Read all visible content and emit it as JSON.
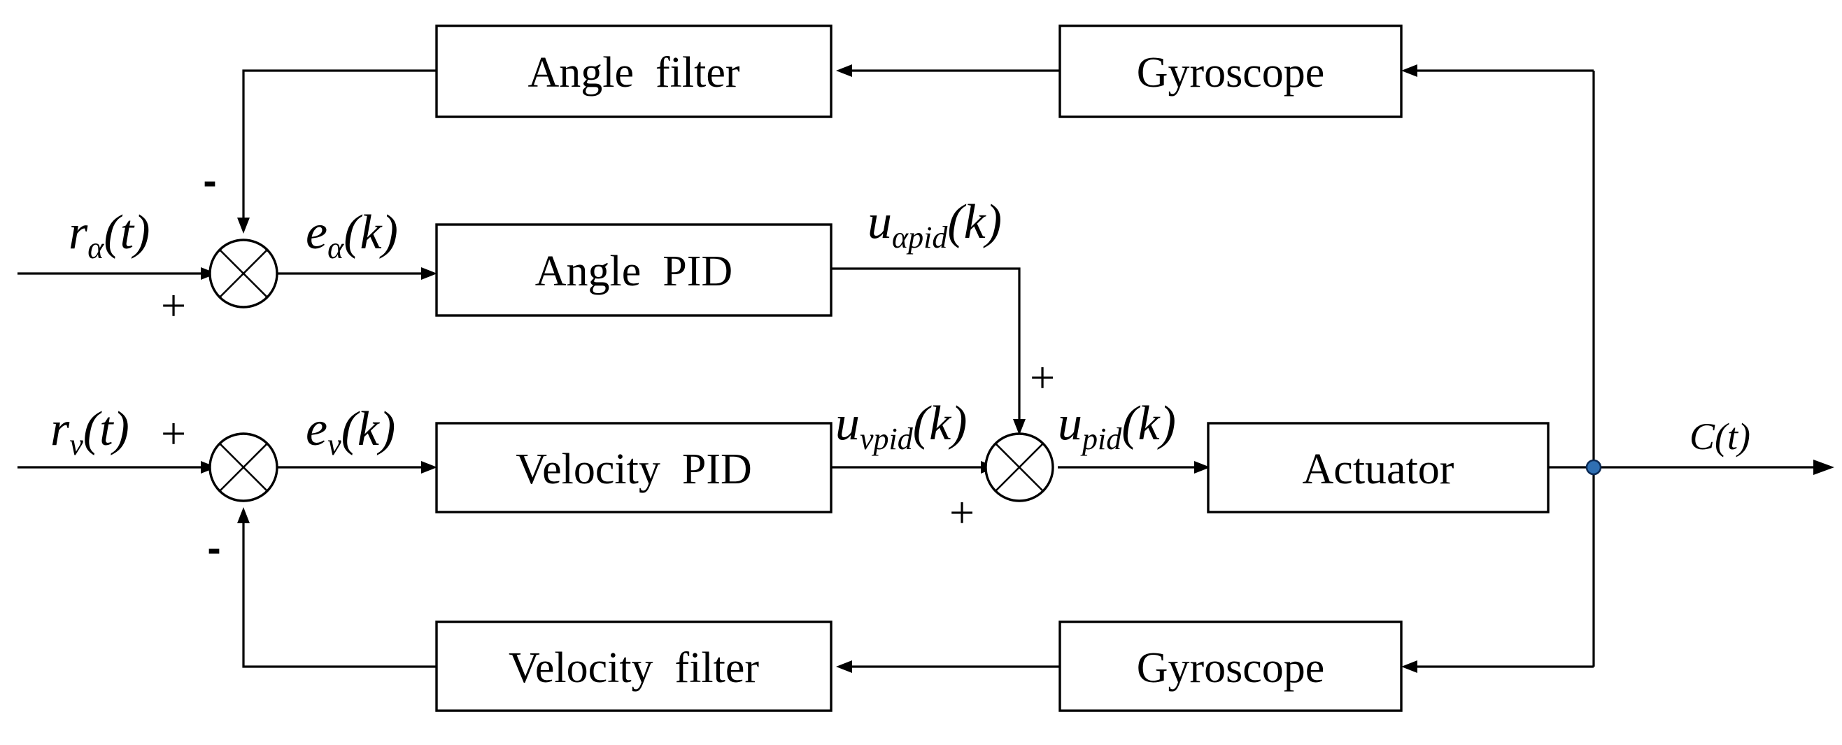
{
  "blocks": {
    "angle_filter": "Angle  filter",
    "gyroscope_top": "Gyroscope",
    "angle_pid": "Angle  PID",
    "velocity_pid": "Velocity  PID",
    "actuator": "Actuator",
    "velocity_filter": "Velocity  filter",
    "gyroscope_bottom": "Gyroscope"
  },
  "signals": {
    "r_alpha": {
      "base": "r",
      "sub": "α",
      "arg": "(t)"
    },
    "e_alpha": {
      "base": "e",
      "sub": "α",
      "arg": "(k)"
    },
    "u_alpha_pid": {
      "base": "u",
      "sub": "αpid",
      "arg": "(k)"
    },
    "r_v": {
      "base": "r",
      "sub": "v",
      "arg": "(t)"
    },
    "e_v": {
      "base": "e",
      "sub": "v",
      "arg": "(k)"
    },
    "u_vpid": {
      "base": "u",
      "sub": "vpid",
      "arg": "(k)"
    },
    "u_pid": {
      "base": "u",
      "sub": "pid",
      "arg": "(k)"
    },
    "output": "C(t)"
  },
  "signs": {
    "angle_sum_feedback": "-",
    "angle_sum_reference": "+",
    "velocity_sum_reference": "+",
    "velocity_sum_feedback": "-",
    "control_sum_angle": "+",
    "control_sum_velocity": "+"
  },
  "colors": {
    "line": "#000000",
    "junction_node": "#2f6fb3"
  }
}
